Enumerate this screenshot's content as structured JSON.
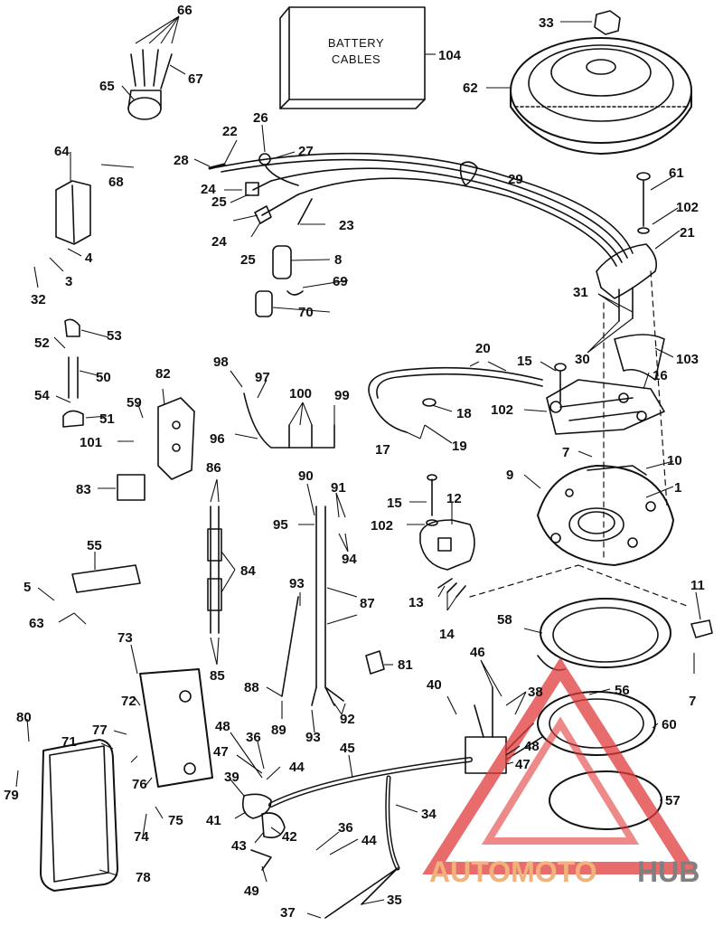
{
  "battery_label": {
    "line1": "BATTERY",
    "line2": "CABLES"
  },
  "watermark": {
    "part1": "AUTOMOTO",
    "part2": "HUB",
    "color1": "#f0b27a",
    "color2": "#808080",
    "logo_color": "#e23b3b"
  },
  "callouts": {
    "c1": "1",
    "c3": "3",
    "c4": "4",
    "c5": "5",
    "c7a": "7",
    "c7b": "7",
    "c8": "8",
    "c9": "9",
    "c10": "10",
    "c11": "11",
    "c12": "12",
    "c13": "13",
    "c14": "14",
    "c15a": "15",
    "c15b": "15",
    "c16": "16",
    "c17": "17",
    "c18": "18",
    "c19": "19",
    "c20": "20",
    "c21": "21",
    "c22": "22",
    "c23": "23",
    "c24a": "24",
    "c24b": "24",
    "c25a": "25",
    "c25b": "25",
    "c26": "26",
    "c27": "27",
    "c28": "28",
    "c29": "29",
    "c30": "30",
    "c31": "31",
    "c32": "32",
    "c33": "33",
    "c34": "34",
    "c35": "35",
    "c36a": "36",
    "c36b": "36",
    "c37": "37",
    "c38": "38",
    "c39": "39",
    "c40": "40",
    "c41": "41",
    "c42": "42",
    "c43": "43",
    "c44a": "44",
    "c44b": "44",
    "c45": "45",
    "c46": "46",
    "c47a": "47",
    "c47b": "47",
    "c48a": "48",
    "c48b": "48",
    "c49": "49",
    "c50": "50",
    "c51": "51",
    "c52": "52",
    "c53": "53",
    "c54": "54",
    "c55": "55",
    "c56": "56",
    "c57": "57",
    "c58": "58",
    "c59": "59",
    "c60": "60",
    "c61": "61",
    "c62": "62",
    "c63": "63",
    "c64": "64",
    "c65": "65",
    "c66": "66",
    "c67": "67",
    "c68": "68",
    "c69": "69",
    "c70": "70",
    "c71": "71",
    "c72": "72",
    "c73": "73",
    "c74": "74",
    "c75": "75",
    "c76": "76",
    "c77": "77",
    "c78": "78",
    "c79": "79",
    "c80": "80",
    "c81": "81",
    "c82": "82",
    "c83": "83",
    "c84": "84",
    "c85": "85",
    "c86": "86",
    "c87": "87",
    "c88": "88",
    "c89": "89",
    "c90": "90",
    "c91": "91",
    "c92": "92",
    "c93a": "93",
    "c93b": "93",
    "c94": "94",
    "c95": "95",
    "c96": "96",
    "c97": "97",
    "c98": "98",
    "c99": "99",
    "c100": "100",
    "c101": "101",
    "c102a": "102",
    "c102b": "102",
    "c102c": "102",
    "c103": "103",
    "c104": "104"
  }
}
